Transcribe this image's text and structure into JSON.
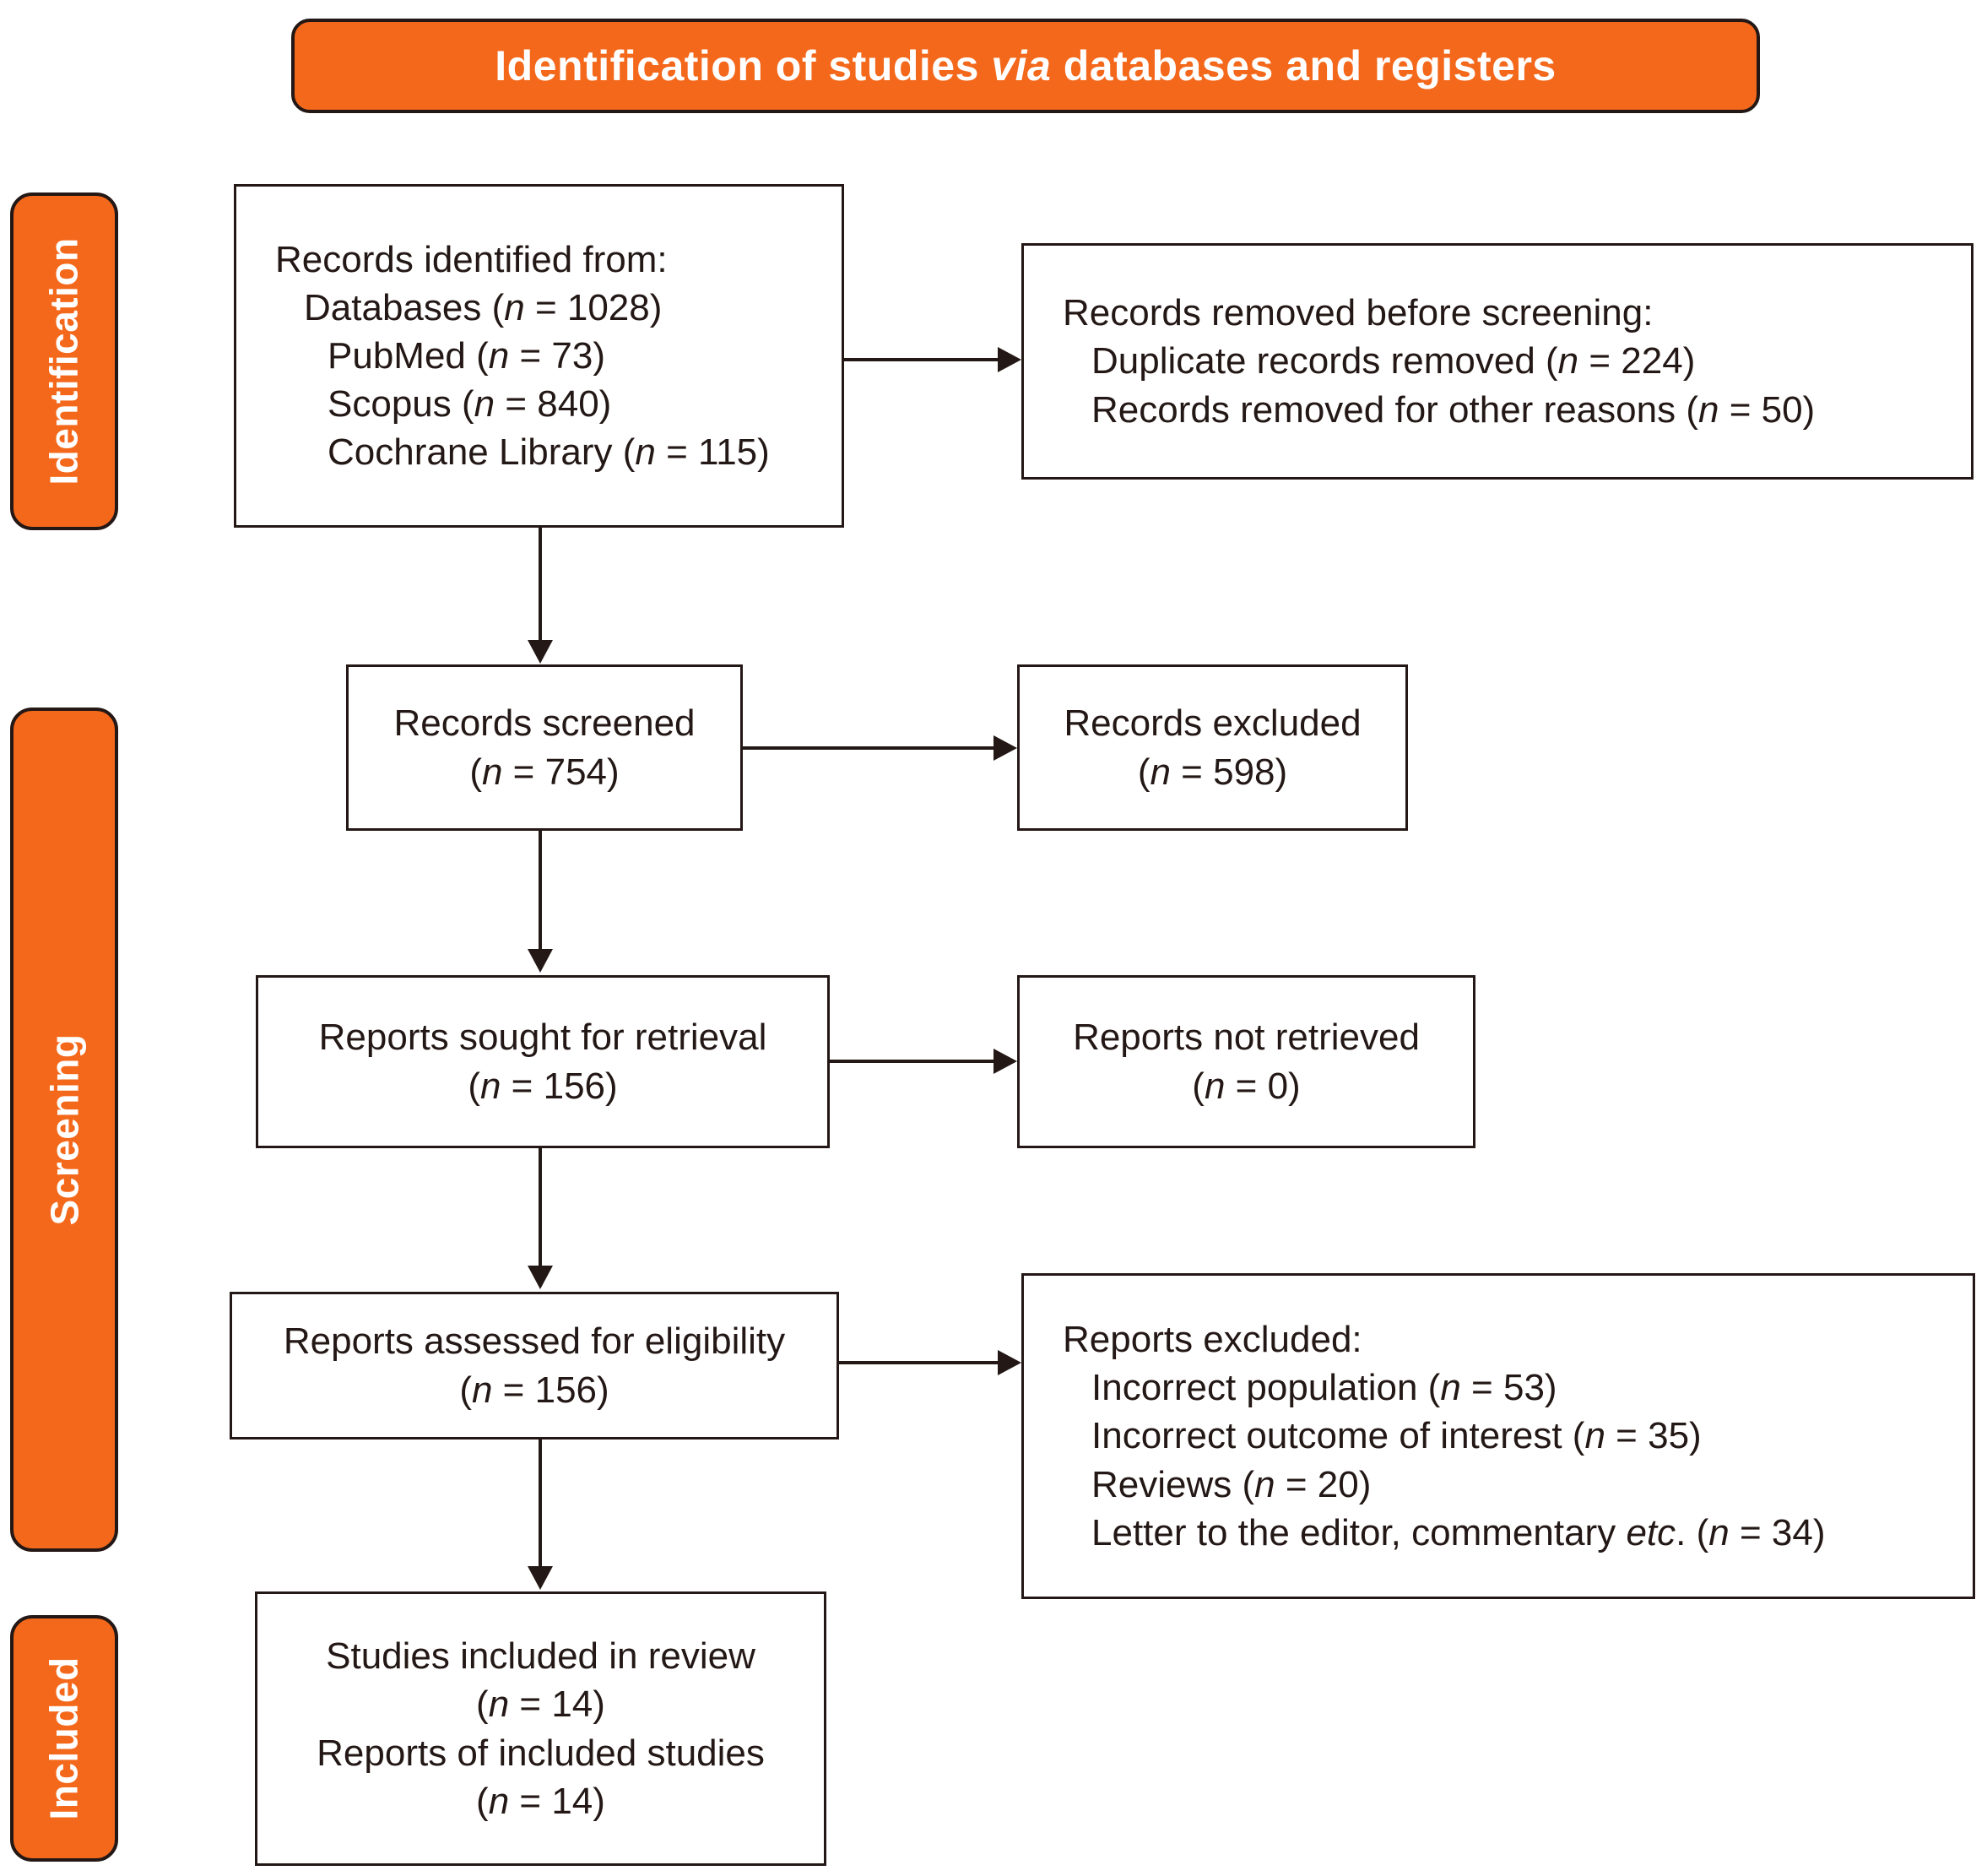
{
  "header": {
    "title_before": "Identification of studies ",
    "title_em": "via",
    "title_after": " databases and registers"
  },
  "stages": {
    "identification": "Identification",
    "screening": "Screening",
    "included": "Included"
  },
  "chart_data": {
    "type": "diagram",
    "title": "Identification of studies via databases and registers",
    "nodes": [
      {
        "id": "records-identified",
        "stage": "Identification",
        "lines": [
          "Records identified from:",
          "Databases (n = 1028)",
          "PubMed (n = 73)",
          "Scopus (n = 840)",
          "Cochrane Library (n = 115)"
        ]
      },
      {
        "id": "records-removed",
        "stage": "Identification",
        "lines": [
          "Records removed before screening:",
          "Duplicate records removed (n = 224)",
          "Records removed for other reasons (n = 50)"
        ]
      },
      {
        "id": "records-screened",
        "stage": "Screening",
        "lines": [
          "Records screened",
          "(n = 754)"
        ]
      },
      {
        "id": "records-excluded",
        "stage": "Screening",
        "lines": [
          "Records excluded",
          "(n = 598)"
        ]
      },
      {
        "id": "reports-sought",
        "stage": "Screening",
        "lines": [
          "Reports sought for retrieval",
          "(n = 156)"
        ]
      },
      {
        "id": "reports-not-retrieved",
        "stage": "Screening",
        "lines": [
          "Reports not retrieved",
          "(n = 0)"
        ]
      },
      {
        "id": "reports-assessed",
        "stage": "Screening",
        "lines": [
          "Reports assessed for eligibility",
          "(n = 156)"
        ]
      },
      {
        "id": "reports-excluded",
        "stage": "Screening",
        "lines": [
          "Reports excluded:",
          "Incorrect population (n = 53)",
          "Incorrect outcome of interest (n = 35)",
          "Reviews (n = 20)",
          "Letter to the editor, commentary etc. (n = 34)"
        ]
      },
      {
        "id": "studies-included",
        "stage": "Included",
        "lines": [
          "Studies included in review",
          "(n = 14)",
          "Reports of included studies",
          "(n = 14)"
        ]
      }
    ],
    "edges": [
      {
        "from": "records-identified",
        "to": "records-removed",
        "direction": "right"
      },
      {
        "from": "records-identified",
        "to": "records-screened",
        "direction": "down"
      },
      {
        "from": "records-screened",
        "to": "records-excluded",
        "direction": "right"
      },
      {
        "from": "records-screened",
        "to": "reports-sought",
        "direction": "down"
      },
      {
        "from": "reports-sought",
        "to": "reports-not-retrieved",
        "direction": "right"
      },
      {
        "from": "reports-sought",
        "to": "reports-assessed",
        "direction": "down"
      },
      {
        "from": "reports-assessed",
        "to": "reports-excluded",
        "direction": "right"
      },
      {
        "from": "reports-assessed",
        "to": "studies-included",
        "direction": "down"
      }
    ]
  },
  "boxes": {
    "identified": {
      "l0": "Records identified from:",
      "l1_a": "Databases (",
      "l1_n": "n",
      "l1_b": " = 1028)",
      "l2_a": "PubMed (",
      "l2_n": "n",
      "l2_b": " = 73)",
      "l3_a": "Scopus (",
      "l3_n": "n",
      "l3_b": " = 840)",
      "l4_a": "Cochrane Library (",
      "l4_n": "n",
      "l4_b": " = 115)"
    },
    "removed": {
      "l0": "Records removed before screening:",
      "l1_a": "Duplicate records removed (",
      "l1_n": "n",
      "l1_b": " = 224)",
      "l2_a": "Records removed for other reasons (",
      "l2_n": "n",
      "l2_b": " = 50)"
    },
    "screened": {
      "l0": "Records screened",
      "l1_a": "(",
      "l1_n": "n",
      "l1_b": " = 754)"
    },
    "excluded": {
      "l0": "Records excluded",
      "l1_a": "(",
      "l1_n": "n",
      "l1_b": " = 598)"
    },
    "sought": {
      "l0": "Reports sought for retrieval",
      "l1_a": "(",
      "l1_n": "n",
      "l1_b": " = 156)"
    },
    "not_retrieved": {
      "l0": "Reports not retrieved",
      "l1_a": "(",
      "l1_n": "n",
      "l1_b": " = 0)"
    },
    "assessed": {
      "l0": "Reports assessed for eligibility",
      "l1_a": "(",
      "l1_n": "n",
      "l1_b": " = 156)"
    },
    "reports_excluded": {
      "l0": "Reports excluded:",
      "l1_a": "Incorrect population (",
      "l1_n": "n",
      "l1_b": " = 53)",
      "l2_a": "Incorrect outcome of interest (",
      "l2_n": "n",
      "l2_b": " = 35)",
      "l3_a": "Reviews (",
      "l3_n": "n",
      "l3_b": " = 20)",
      "l4_a": "Letter to the editor, commentary ",
      "l4_em": "etc",
      "l4_b": ". (",
      "l4_n": "n",
      "l4_c": " = 34)"
    },
    "included": {
      "l0": "Studies included in review",
      "l1_a": "(",
      "l1_n": "n",
      "l1_b": " = 14)",
      "l2": "Reports of included studies",
      "l3_a": "(",
      "l3_n": "n",
      "l3_b": " = 14)"
    }
  },
  "colors": {
    "accent_orange": "#F4681B",
    "ink": "#231815",
    "paper": "#FFFFFF"
  }
}
